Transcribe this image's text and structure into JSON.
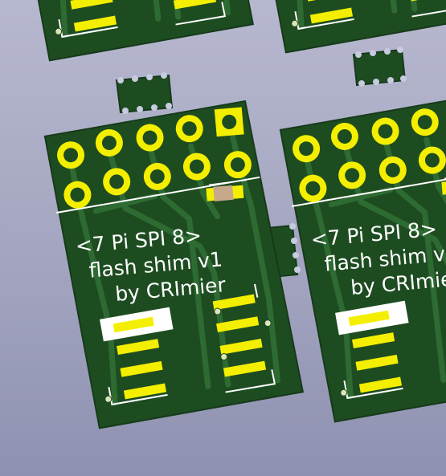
{
  "board": {
    "line1": "<7  Pi SPI  8>",
    "line2": "flash shim v1",
    "line3": "by CRImier"
  },
  "colors": {
    "background": "#a3a5c0",
    "pcb": "#1f4e22",
    "trace": "#2f6d33",
    "pad": "#f4f000",
    "silkscreen": "#ffffff",
    "edge": "#16391a"
  }
}
